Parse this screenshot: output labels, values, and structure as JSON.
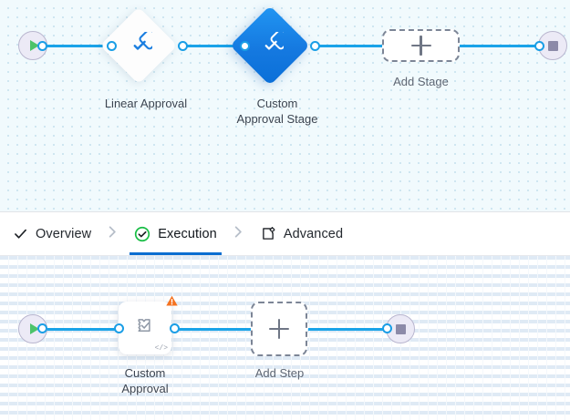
{
  "stage_canvas": {
    "name": "stage-flow-canvas",
    "background_color": "#f1fafd",
    "grid_dot_color": "#c9e3ef",
    "start_node": {
      "icon": "play-icon",
      "aria_label": "Start"
    },
    "end_node": {
      "icon": "stop-icon",
      "aria_label": "End"
    },
    "stages": [
      {
        "label": "Linear Approval",
        "icon": "approval-diamond-icon",
        "selected": false,
        "fill": "#fdfdfd"
      },
      {
        "label": "Custom\nApproval Stage",
        "icon": "approval-diamond-icon",
        "selected": true,
        "fill": "#1579e0"
      }
    ],
    "add_stage": {
      "label": "Add Stage",
      "icon": "plus-icon"
    }
  },
  "tab_bar": {
    "active_indicator_color": "#0a6ed1",
    "tabs": [
      {
        "label": "Overview",
        "icon": "check-icon",
        "state": "complete",
        "active": false
      },
      {
        "label": "Execution",
        "icon": "check-circle-icon",
        "state": "valid",
        "active": true
      },
      {
        "label": "Advanced",
        "icon": "settings-page-icon",
        "state": "default",
        "active": false
      }
    ],
    "separator_icon": "chevron-right-icon"
  },
  "step_canvas": {
    "name": "step-flow-canvas",
    "background_color": "#ffffff",
    "start_node": {
      "icon": "play-icon",
      "aria_label": "Start"
    },
    "end_node": {
      "icon": "stop-icon",
      "aria_label": "End"
    },
    "steps": [
      {
        "label": "Custom\nApproval",
        "icon": "approval-task-icon",
        "warning_icon": "warning-triangle-icon",
        "warning_color": "#f5721f",
        "code_badge": "</>"
      }
    ],
    "add_step": {
      "label": "Add Step",
      "icon": "plus-icon"
    }
  },
  "colors": {
    "connector": "#1aa3e8",
    "port_border": "#1a9ee6",
    "accent_blue": "#0a6ed1",
    "success_green": "#4cc36a",
    "warning_orange": "#f5721f",
    "terminal_fill": "#eceaf6",
    "label_text": "#3c4450"
  }
}
